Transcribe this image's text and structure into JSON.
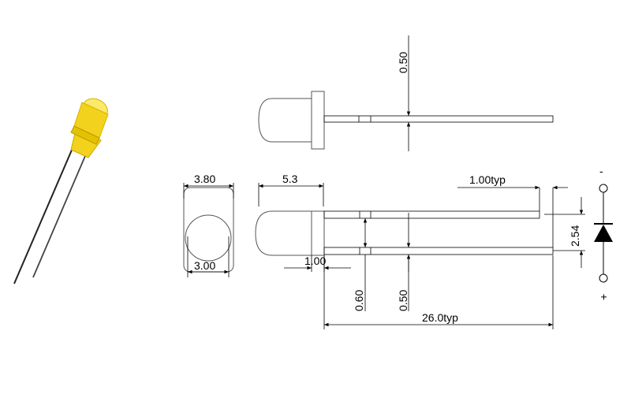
{
  "dimensions": {
    "top_lead_thickness": "0.50",
    "body_diameter": "3.80",
    "body_length": "5.3",
    "lead_offset": "1.00typ",
    "flange_thickness": "1.00",
    "lens_diameter": "3.00",
    "lead_spacing": "2.54",
    "lead_width": "0.60",
    "lead_thickness": "0.50",
    "lead_length": "26.0typ"
  },
  "polarity": {
    "cathode_symbol": "-",
    "anode_symbol": "+"
  },
  "colors": {
    "led_body": "#f2d21c",
    "led_highlight": "#fbe96a",
    "lead": "#222222",
    "line": "#000000"
  }
}
